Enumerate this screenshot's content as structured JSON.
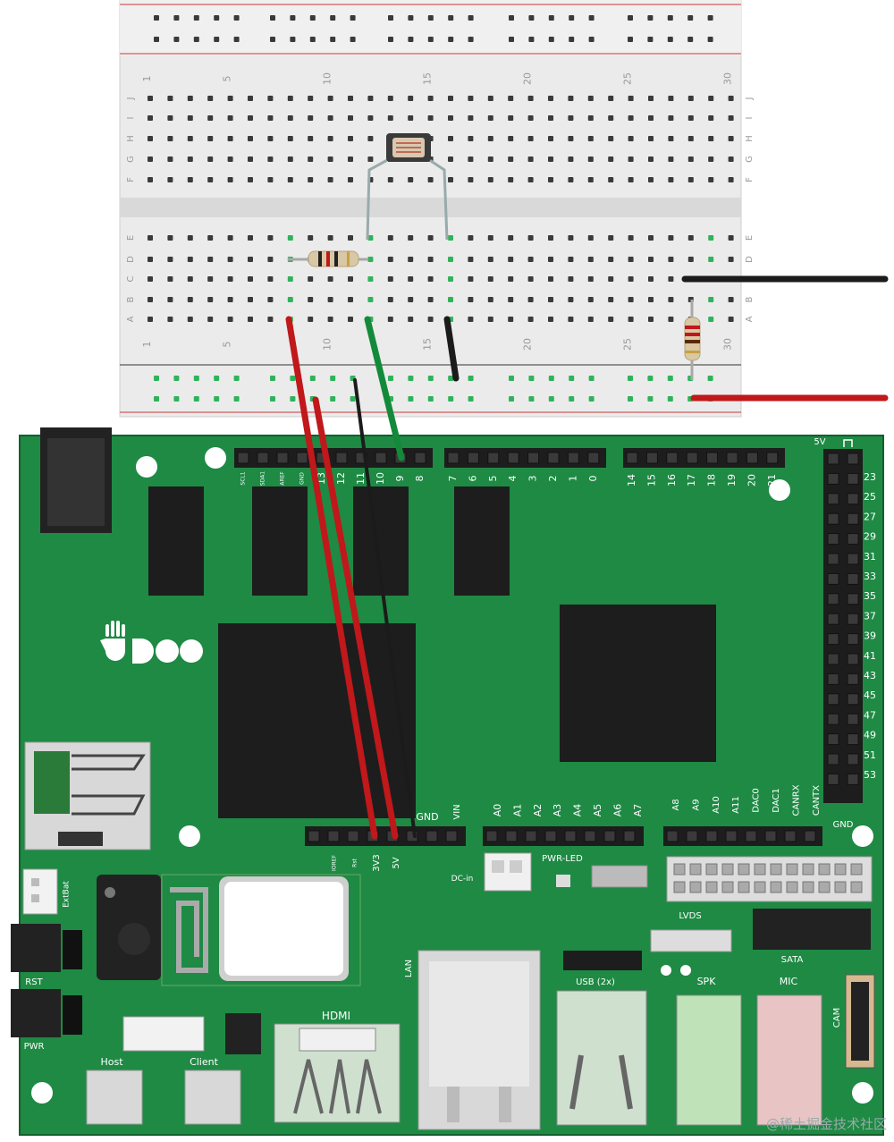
{
  "breadboard": {
    "column_numbers_top": [
      "1",
      "5",
      "10",
      "15",
      "20",
      "25",
      "30"
    ],
    "column_numbers_bottom": [
      "1",
      "5",
      "10",
      "15",
      "20",
      "25",
      "30"
    ],
    "row_letters_top": [
      "J",
      "I",
      "H",
      "G",
      "F"
    ],
    "row_letters_bottom": [
      "E",
      "D",
      "C",
      "B",
      "A"
    ]
  },
  "board": {
    "logo": "UDOO",
    "header_top_left_labels": [
      "SCL1",
      "SDA1",
      "AREF",
      "GND",
      "13",
      "12",
      "11",
      "10",
      "9",
      "8"
    ],
    "header_top_mid_labels": [
      "7",
      "6",
      "5",
      "4",
      "3",
      "2",
      "1",
      "0"
    ],
    "header_top_right_labels": [
      "14",
      "15",
      "16",
      "17",
      "18",
      "19",
      "20",
      "21"
    ],
    "right_header_top": "5V",
    "right_header_bottom": "GND",
    "right_header_numbers": [
      "23",
      "25",
      "27",
      "29",
      "31",
      "33",
      "35",
      "37",
      "39",
      "41",
      "43",
      "45",
      "47",
      "49",
      "51",
      "53"
    ],
    "power_header_labels": [
      "IOREF",
      "Rst",
      "3V3",
      "5V",
      "GND",
      "VIN"
    ],
    "analog_labels": [
      "A0",
      "A1",
      "A2",
      "A3",
      "A4",
      "A5",
      "A6",
      "A7"
    ],
    "analog2_labels": [
      "A8",
      "A9",
      "A10",
      "A11",
      "DAC0",
      "DAC1",
      "CANRX",
      "CANTX"
    ],
    "labels": {
      "dc_in": "DC-in",
      "pwr_led": "PWR-LED",
      "extbat": "ExtBat",
      "rst": "RST",
      "pwr": "PWR",
      "host": "Host",
      "client": "Client",
      "hdmi": "HDMI",
      "lan": "LAN",
      "usb": "USB (2x)",
      "lvds": "LVDS",
      "sata": "SATA",
      "spk": "SPK",
      "mic": "MIC",
      "cam": "CAM"
    }
  },
  "watermark": "@稀土掘金技术社区",
  "colors": {
    "board": "#1e8a44",
    "breadboard": "#ebebeb",
    "wire_red": "#c0181b",
    "wire_green": "#138a3a",
    "wire_black": "#1b1b1b",
    "chip": "#1d1d1d"
  }
}
